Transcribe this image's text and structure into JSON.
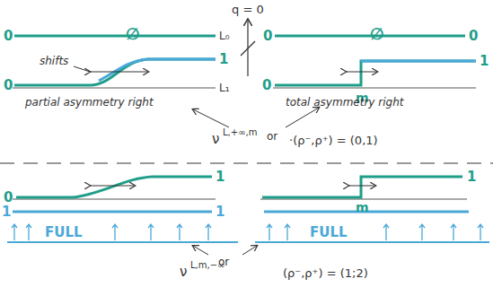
{
  "diagram": {
    "labels": [
      "0",
      "∅",
      "L₀",
      "q = 0",
      "0",
      "∅",
      "0",
      "shifts",
      "1",
      "0",
      "L₁",
      "1",
      "0",
      "m",
      "partial asymmetry right",
      "total asymmetry right",
      "ν",
      "L,+∞,m",
      "or",
      "·(ρ⁻,ρ⁺) = (0,1)",
      "0",
      "1",
      "1",
      "1",
      "FULL",
      "1",
      "m",
      "FULL",
      "ν",
      "L,m,−∞",
      "or",
      "(ρ⁻,ρ⁺) = (1;2)"
    ]
  }
}
